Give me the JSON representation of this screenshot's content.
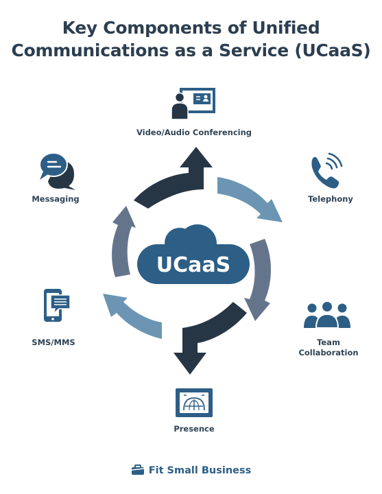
{
  "title": {
    "line1": "Key Components of Unified",
    "line2": "Communications as a Service (UCaaS)"
  },
  "center": {
    "label": "UCaaS"
  },
  "components": {
    "video": {
      "label": "Video/Audio Conferencing",
      "icon": "video-conference-icon"
    },
    "telephony": {
      "label": "Telephony",
      "icon": "phone-icon"
    },
    "team": {
      "label_line1": "Team",
      "label_line2": "Collaboration",
      "icon": "team-icon"
    },
    "presence": {
      "label": "Presence",
      "icon": "presence-icon"
    },
    "sms": {
      "label": "SMS/MMS",
      "icon": "mobile-message-icon"
    },
    "messaging": {
      "label": "Messaging",
      "icon": "chat-bubbles-icon"
    }
  },
  "footer": {
    "brand": "Fit Small Business",
    "icon": "briefcase-logo-icon"
  },
  "colors": {
    "dark": "#263645",
    "navy": "#2d5e86",
    "slate": "#64758b",
    "light_blue": "#6b95b3",
    "text": "#2c3e50"
  }
}
